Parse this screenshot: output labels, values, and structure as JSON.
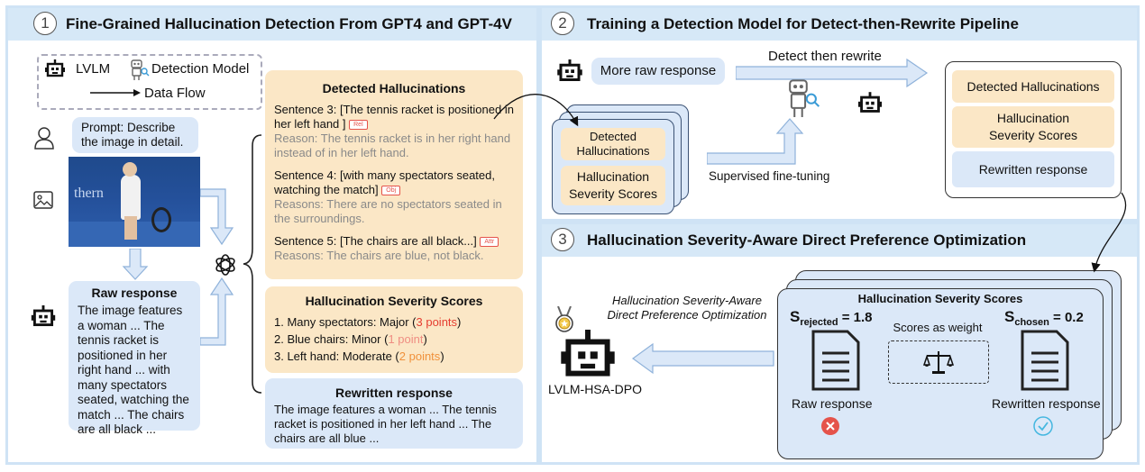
{
  "panel1": {
    "num": "1",
    "title": "Fine-Grained Hallucination Detection From GPT4 and GPT-4V",
    "legend": {
      "lvlm": "LVLM",
      "detection": "Detection Model",
      "flow": "Data Flow"
    },
    "prompt": "Prompt: Describe the image in detail.",
    "image_text": "thern",
    "raw": {
      "title": "Raw response",
      "text": "The image features a woman ... The tennis racket is positioned in her right hand ... with many spectators seated, watching the match ... The chairs are all black ..."
    },
    "detected": {
      "title": "Detected Hallucinations",
      "items": [
        {
          "label": "Sentence 3:",
          "sentence": "[The tennis racket is positioned in her left hand ]",
          "tag": "Rel",
          "reason": "Reason: The tennis racket is in her right hand instead of in her left hand."
        },
        {
          "label": "Sentence 4:",
          "sentence": "[with many spectators seated, watching the match]",
          "tag": "Obj",
          "reason": "Reasons: There are no spectators seated in the surroundings."
        },
        {
          "label": "Sentence 5:",
          "sentence": "[The chairs are all black...]",
          "tag": "Attr",
          "reason": "Reasons: The chairs are blue, not black."
        }
      ]
    },
    "severity": {
      "title": "Hallucination Severity Scores",
      "items": [
        {
          "text": "1. Many spectators: Major (",
          "points": "3 points",
          "close": ")"
        },
        {
          "text": "2. Blue chairs: Minor (",
          "points": "1 point",
          "close": ")"
        },
        {
          "text": "3. Left hand: Moderate (",
          "points": "2 points",
          "close": ")"
        }
      ]
    },
    "rewritten": {
      "title": "Rewritten response",
      "text": "The image features a woman ... The tennis racket is positioned in her left hand ...  The chairs are all blue ..."
    }
  },
  "panel2": {
    "num": "2",
    "title": "Training a Detection Model for Detect-then-Rewrite Pipeline",
    "raw": "More raw response",
    "detect_label": "Detect then rewrite",
    "stack_detected": "Detected Hallucinations",
    "stack_severity": "Hallucination Severity Scores",
    "sft": "Supervised fine-tuning",
    "out_detected": "Detected Hallucinations",
    "out_severity": "Hallucination Severity Scores",
    "out_rewritten": "Rewritten response"
  },
  "panel3": {
    "num": "3",
    "title": "Hallucination Severity-Aware Direct Preference Optimization",
    "dpo_label": "Hallucination Severity-Aware Direct Preference Optimization",
    "model_name": "LVLM-HSA-DPO",
    "card_title": "Hallucination Severity Scores",
    "s_rejected_sym": "S",
    "s_rejected_sub": "rejected",
    "s_rejected_val": "= 1.8",
    "s_chosen_sym": "S",
    "s_chosen_sub": "chosen",
    "s_chosen_val": "= 0.2",
    "weight_label": "Scores as weight",
    "raw_label": "Raw response",
    "rewritten_label": "Rewritten response"
  },
  "colors": {
    "panel_border": "#cfe3f5",
    "header": "#d6e8f7",
    "blue_box": "#dbe8f8",
    "orange_box": "#fbe7c6",
    "major": "#e53d30",
    "minor": "#ef8d82",
    "moderate": "#f0913b"
  }
}
